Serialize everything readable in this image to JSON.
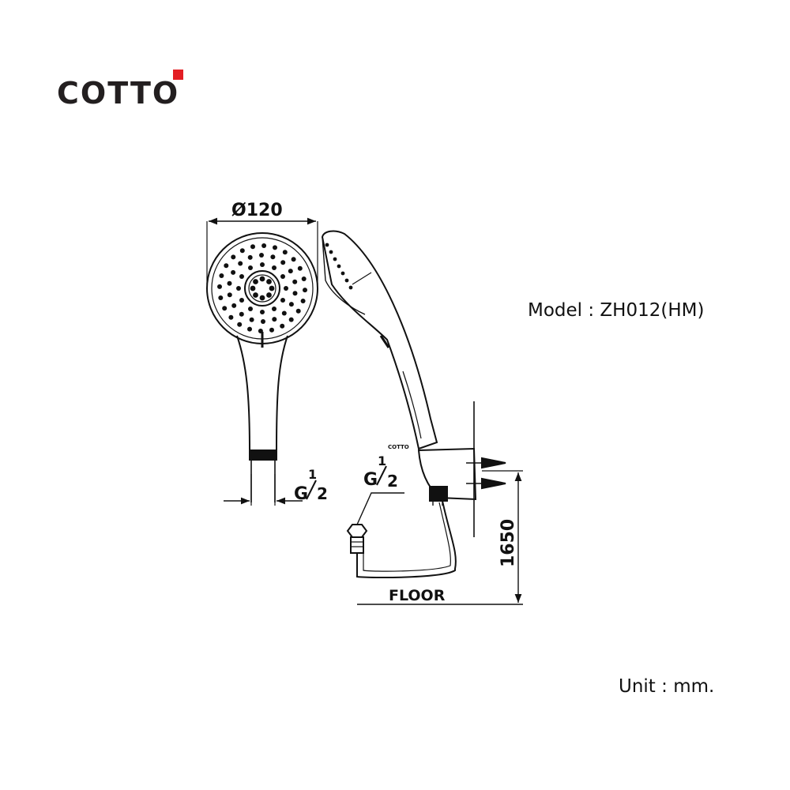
{
  "brand": {
    "name": "COTTO",
    "accent_color": "#e31e24"
  },
  "model_text": "Model : ZH012(HM)",
  "unit_text": "Unit : mm.",
  "drawing": {
    "diameter_label": "Ø120",
    "height_label": "1650",
    "floor_label": "FLOOR",
    "thread_front": {
      "main": "G",
      "num": "1",
      "den": "2"
    },
    "thread_side": {
      "main": "G",
      "num": "1",
      "den": "2"
    },
    "handle_logo": "COTTO"
  }
}
